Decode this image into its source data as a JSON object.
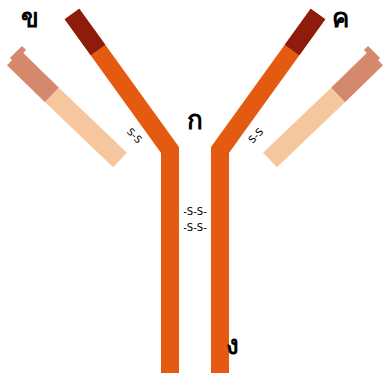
{
  "diagram": {
    "labels": [
      "ข",
      "ค",
      "ก",
      "ง",
      "S-S",
      "S-S",
      "-S-S-",
      "-S-S-"
    ]
  }
}
